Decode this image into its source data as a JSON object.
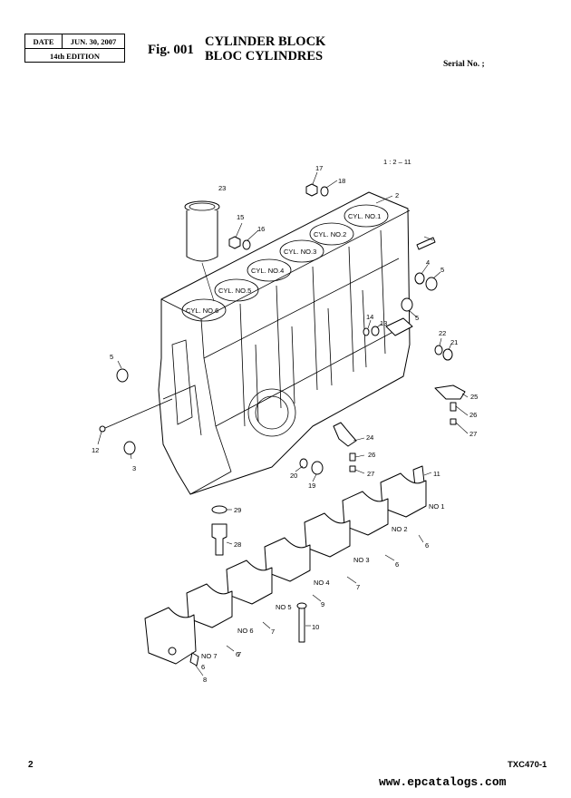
{
  "header": {
    "date_label": "DATE",
    "date_value": "JUN. 30, 2007",
    "edition": "14th EDITION",
    "fig_number": "Fig. 001",
    "title_en": "CYLINDER BLOCK",
    "title_fr": "BLOC CYLINDRES",
    "serial": "Serial No. ;"
  },
  "diagram": {
    "reference": "1 : 2 – 11",
    "cylinders": [
      "CYL. NO.1",
      "CYL. NO.2",
      "CYL. NO.3",
      "CYL. NO.4",
      "CYL. NO.5",
      "CYL. NO.6"
    ],
    "bearings": [
      "NO 1",
      "NO 2",
      "NO 3",
      "NO  4",
      "NO 5",
      "NO 6",
      "NO 7"
    ],
    "callouts": [
      "2",
      "3",
      "4",
      "5",
      "5",
      "5",
      "6",
      "6",
      "6",
      "6",
      "7",
      "7",
      "7",
      "8",
      "9",
      "10",
      "11",
      "12",
      "13",
      "14",
      "15",
      "16",
      "17",
      "18",
      "19",
      "20",
      "21",
      "22",
      "23",
      "24",
      "25",
      "26",
      "26",
      "27",
      "27",
      "28",
      "29"
    ]
  },
  "footer": {
    "page": "2",
    "model": "TXC470-1",
    "watermark": "www.epcatalogs.com"
  }
}
